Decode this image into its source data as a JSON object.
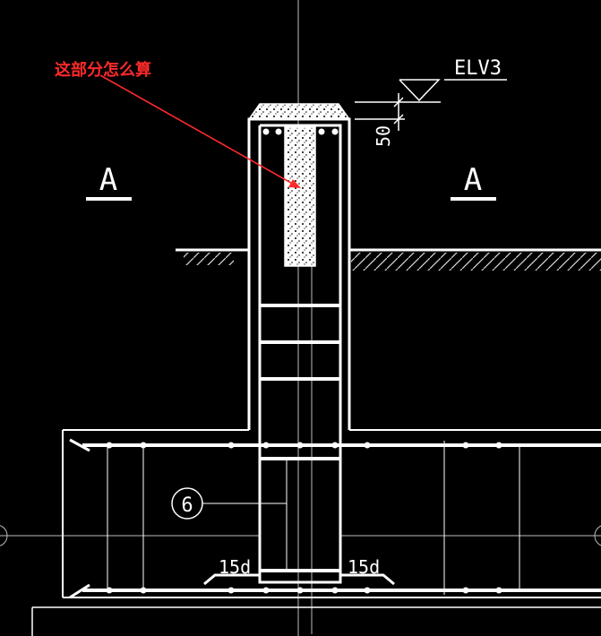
{
  "annotation": {
    "note": "这部分怎么算",
    "color": "#ff2a2a"
  },
  "labels": {
    "elevation": "ELV3",
    "dim_top": "50",
    "section_left": "A",
    "section_right": "A",
    "callout_number": "6",
    "hook_left": "15d",
    "hook_right": "15d"
  },
  "colors": {
    "background": "#000000",
    "line": "#ffffff",
    "grid": "#bdbdbd",
    "hatch": "#d9d9d9"
  }
}
